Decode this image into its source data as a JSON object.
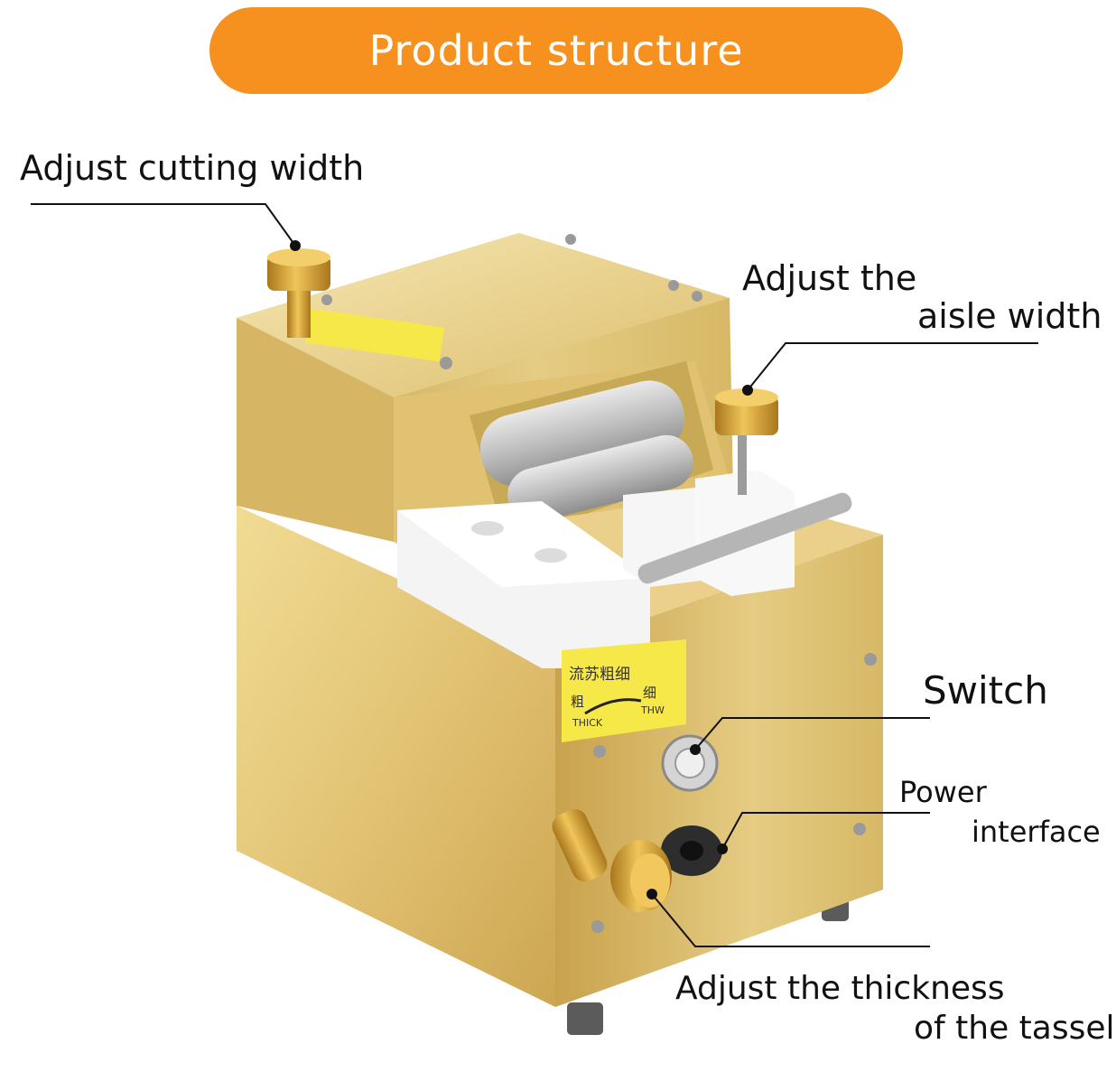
{
  "banner": {
    "title": "Product structure",
    "color": "#f6901e"
  },
  "callouts": {
    "cutting_width": "Adjust cutting width",
    "aisle_width_line1": "Adjust the",
    "aisle_width_line2": "aisle width",
    "switch": "Switch",
    "power_line1": "Power",
    "power_line2": "interface",
    "thickness_line1": "Adjust the thickness",
    "thickness_line2": "of the tassel"
  },
  "machine_stickers": {
    "front_title": "流苏粗细",
    "thick_char": "粗",
    "thin_char": "细",
    "thick_en": "THICK",
    "thin_en": "THW"
  },
  "colors": {
    "body_gold": "#d9b85f",
    "knob_gold": "#c9972e",
    "block_white": "#f4f4f4"
  }
}
